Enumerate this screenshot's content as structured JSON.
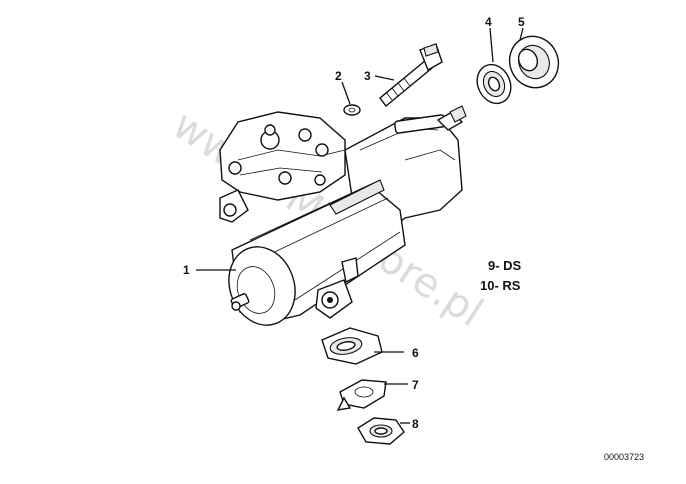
{
  "diagram": {
    "callouts": [
      {
        "id": "c1",
        "text": "1"
      },
      {
        "id": "c2",
        "text": "2"
      },
      {
        "id": "c3",
        "text": "3"
      },
      {
        "id": "c4",
        "text": "4"
      },
      {
        "id": "c5",
        "text": "5"
      },
      {
        "id": "c6",
        "text": "6"
      },
      {
        "id": "c7",
        "text": "7"
      },
      {
        "id": "c8",
        "text": "8"
      }
    ],
    "legend": [
      {
        "text": "9- DS"
      },
      {
        "text": "10- RS"
      }
    ],
    "document_number": "00003723",
    "watermark": "www.BMWstore.pl"
  }
}
